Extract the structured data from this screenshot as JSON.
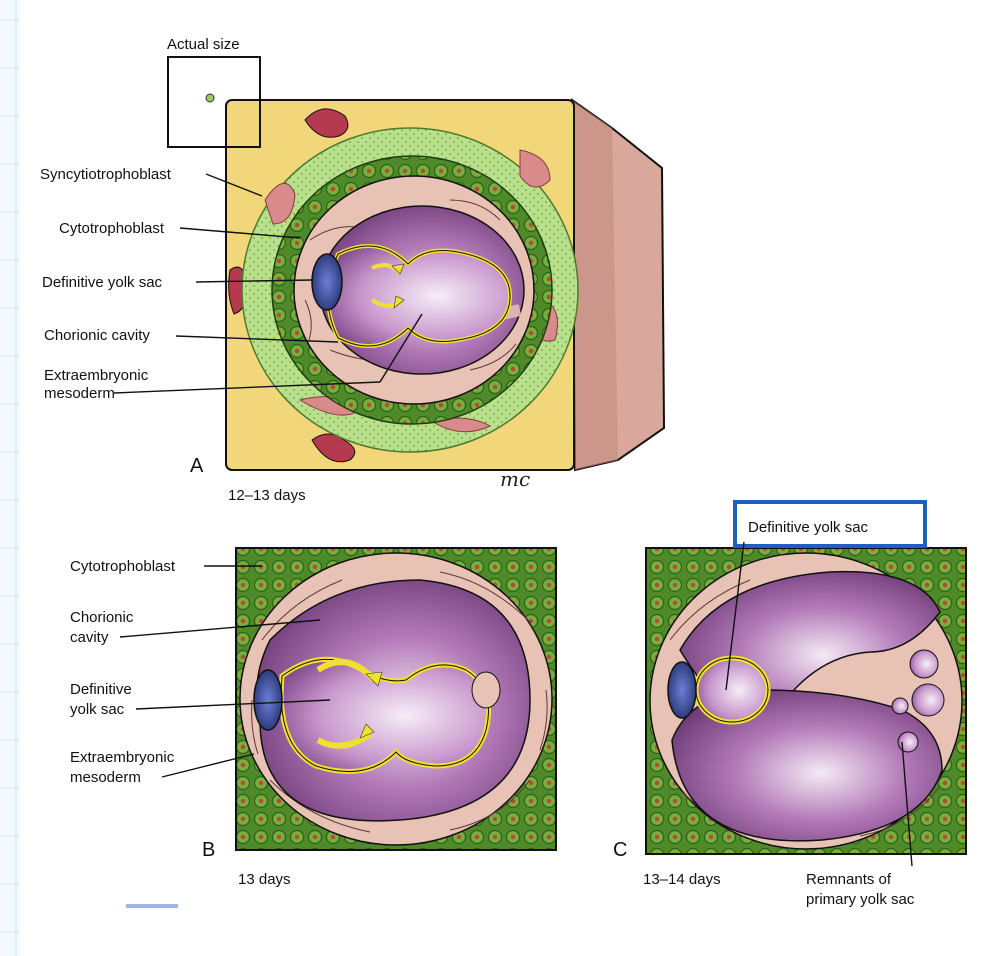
{
  "panels": {
    "a": {
      "letter": "A",
      "caption": "12–13 days",
      "actual_size_label": "Actual size",
      "labels": {
        "syncytiotrophoblast": "Syncytiotrophoblast",
        "cytotrophoblast": "Cytotrophoblast",
        "definitive_yolk_sac": "Definitive yolk sac",
        "chorionic_cavity": "Chorionic cavity",
        "extraembryonic_mesoderm_1": "Extraembryonic",
        "extraembryonic_mesoderm_2": "mesoderm"
      },
      "signature": "mc"
    },
    "b": {
      "letter": "B",
      "caption": "13 days",
      "labels": {
        "cytotrophoblast": "Cytotrophoblast",
        "chorionic_cavity_1": "Chorionic",
        "chorionic_cavity_2": "cavity",
        "definitive_yolk_sac_1": "Definitive",
        "definitive_yolk_sac_2": "yolk sac",
        "extraembryonic_mesoderm_1": "Extraembryonic",
        "extraembryonic_mesoderm_2": "mesoderm"
      }
    },
    "c": {
      "letter": "C",
      "caption": "13–14 days",
      "labels": {
        "definitive_yolk_sac": "Definitive yolk sac",
        "remnants_1": "Remnants of",
        "remnants_2": "primary yolk sac"
      },
      "highlight_color": "#1f5fbf"
    }
  },
  "colors": {
    "decidua": "#f2d77a",
    "syncytio": "#b9e08a",
    "cyto": "#4f8a2a",
    "mesoderm": "#e8c2b5",
    "cavity": "#6e3a78",
    "yolk_rim": "#f0e030",
    "blood": "#b53a4f"
  }
}
